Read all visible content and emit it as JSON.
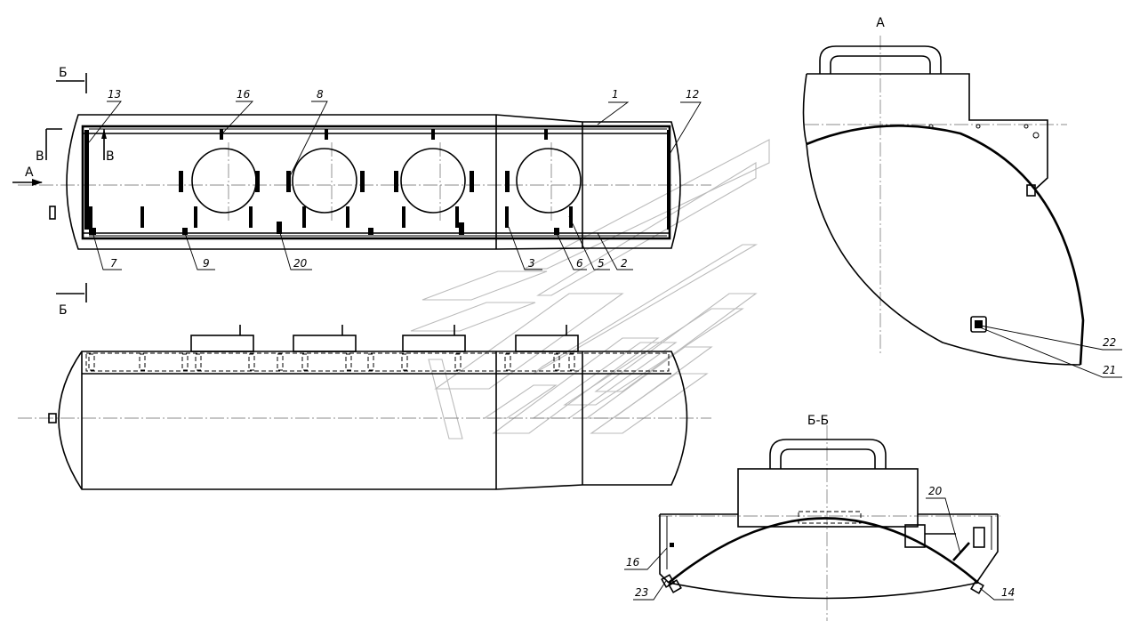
{
  "views": {
    "view_a_title": "А",
    "section_bb_title": "Б-Б"
  },
  "markers": {
    "section_b_top": "Б",
    "section_b_bottom": "Б",
    "view_a_arrow": "А",
    "view_v_left": "В",
    "view_v_right": "В"
  },
  "callouts": {
    "c1": "1",
    "c2": "2",
    "c3": "3",
    "c5": "5",
    "c6": "6",
    "c7": "7",
    "c8": "8",
    "c9": "9",
    "c12": "12",
    "c13": "13",
    "c16": "16",
    "c20": "20",
    "c21": "21",
    "c22": "22",
    "bb16": "16",
    "bb20": "20",
    "bb23": "23",
    "bb14": "14"
  }
}
